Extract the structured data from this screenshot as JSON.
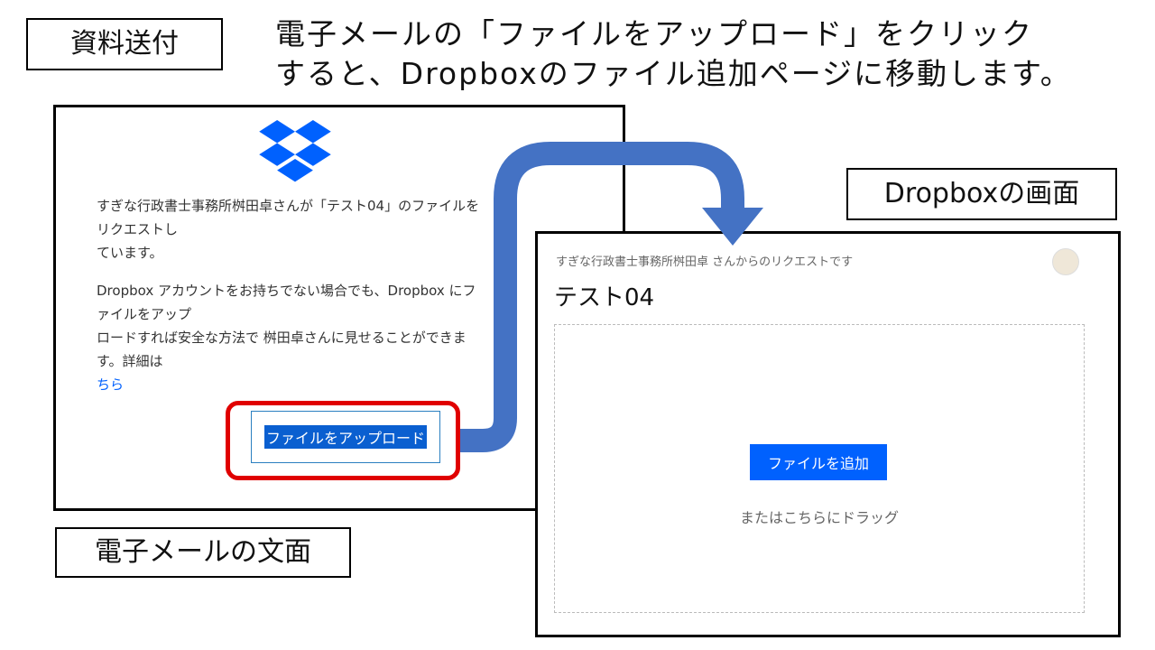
{
  "slide": {
    "title_line1": "電子メールの「ファイルをアップロード」をクリック",
    "title_line2": "すると、Dropboxのファイル追加ページに移動します。",
    "tag": "資料送付",
    "email_caption": "電子メールの文面",
    "dropbox_caption": "Dropboxの画面"
  },
  "email": {
    "line1": "すぎな行政書士事務所桝田卓さんが「テスト04」のファイルをリクエストし",
    "line2": "ています。",
    "line3": "Dropbox アカウントをお持ちでない場合でも、Dropbox にファイルをアップ",
    "line4": "ロードすれば安全な方法で 桝田卓さんに見せることができます。詳細は",
    "link": "ちら",
    "upload_button": "ファイルをアップロード"
  },
  "dropbox": {
    "requester": "すぎな行政書士事務所桝田卓 さんからのリクエストです",
    "title": "テスト04",
    "add_button": "ファイルを追加",
    "drag_text": "またはこちらにドラッグ"
  },
  "colors": {
    "arrow": "#4472C4",
    "highlight": "#E00000",
    "dropbox_blue": "#0061FE"
  }
}
